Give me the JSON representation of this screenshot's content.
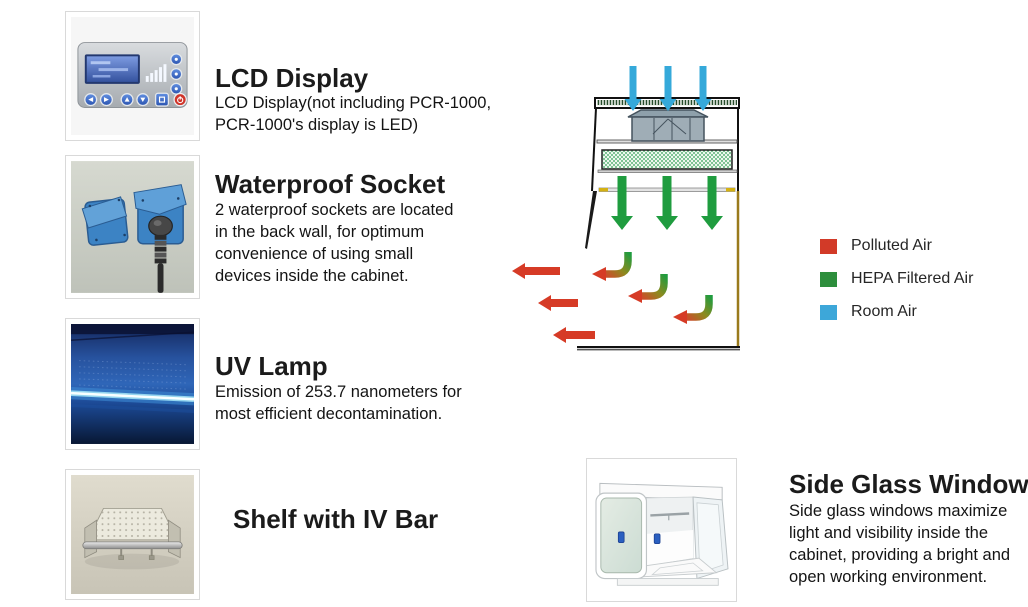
{
  "page": {
    "background": "#ffffff"
  },
  "features": [
    {
      "title": "LCD Display",
      "description": "LCD Display(not including PCR-1000,\nPCR-1000's display is LED)",
      "image": "lcd-control-panel-photo"
    },
    {
      "title": "Waterproof Socket",
      "description": "2 waterproof sockets are located\nin the back wall, for optimum\nconvenience of using small\ndevices inside the cabinet.",
      "image": "waterproof-sockets-photo"
    },
    {
      "title": "UV Lamp",
      "description": "Emission of 253.7 nanometers for\nmost efficient decontamination.",
      "image": "uv-lamp-photo"
    },
    {
      "title": "Shelf with IV Bar",
      "image": "shelf-with-iv-bar-photo"
    }
  ],
  "side_glass_window": {
    "title": "Side Glass Window",
    "description": "Side glass windows maximize\nlight and visibility inside the\ncabinet, providing a bright and\nopen working environment.",
    "image": "side-glass-cabinet-photo"
  },
  "airflow_legend": {
    "items": [
      {
        "label": "Polluted Air",
        "color": "#d23a28"
      },
      {
        "label": "HEPA Filtered Air",
        "color": "#2d8e3c"
      },
      {
        "label": "Room Air",
        "color": "#3da7d9"
      }
    ]
  },
  "airflow_diagram": {
    "arrow_colors": {
      "room_air": "#35a9da",
      "hepa_filtered_air": "#1f9c3f",
      "polluted_air": "#d63b26"
    },
    "parts": [
      "room-air-inlet-arrows",
      "cabinet-top-prefilter",
      "fan-blower",
      "hepa-filter",
      "uv-lamp-bar",
      "hepa-filtered-air-arrows",
      "air-turnaround-arrows",
      "polluted-air-exhaust-arrows",
      "side-glass-wall",
      "work-surface"
    ]
  }
}
